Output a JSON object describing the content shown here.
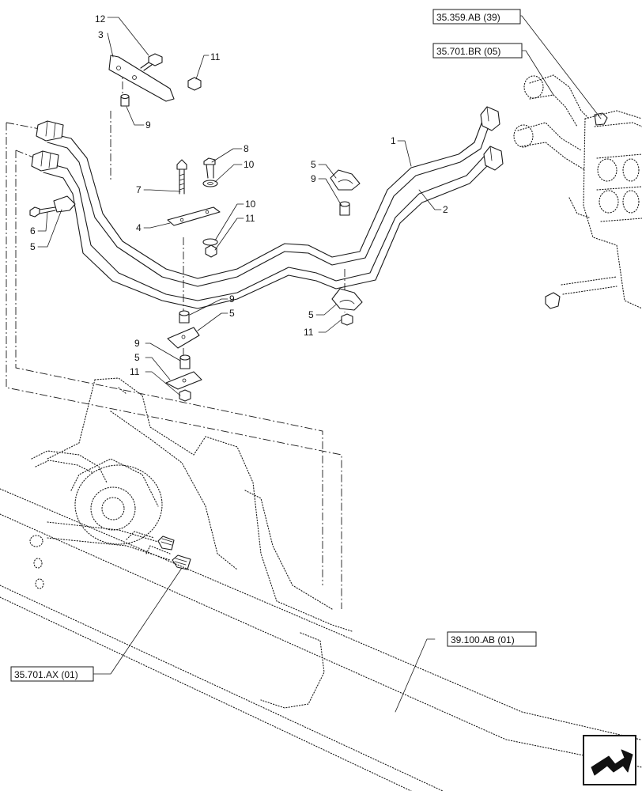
{
  "callouts": {
    "c12": "12",
    "c3": "3",
    "c11a": "11",
    "c9a": "9",
    "c8": "8",
    "c10a": "10",
    "c7": "7",
    "c4": "4",
    "c10b": "10",
    "c11b": "11",
    "c6": "6",
    "c5a": "5",
    "c1": "1",
    "c2": "2",
    "c5b": "5",
    "c9b": "9",
    "c9c": "9",
    "c5c": "5",
    "c9d": "9",
    "c5d": "5",
    "c11c": "11",
    "c5e": "5",
    "c11d": "11"
  },
  "references": {
    "ref_top1": "35.359.AB (39)",
    "ref_top2": "35.701.BR (05)",
    "ref_mid": "39.100.AB (01)",
    "ref_left": "35.701.AX (01)"
  },
  "nav": {
    "icon": "next-page-arrow-icon"
  }
}
